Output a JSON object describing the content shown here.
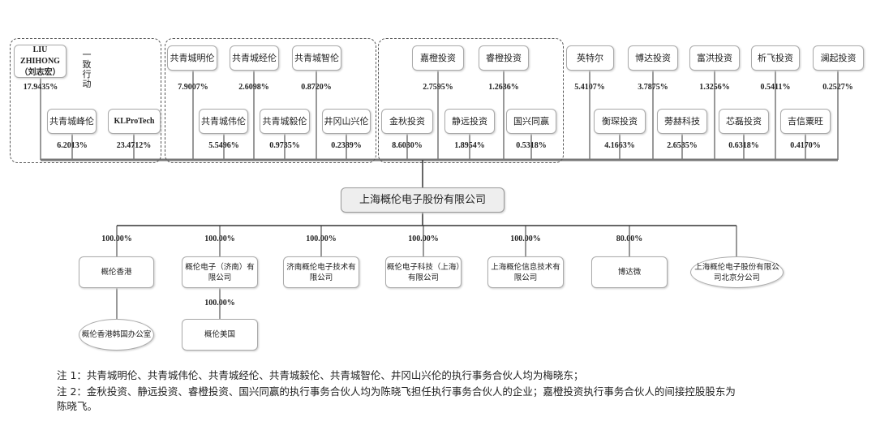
{
  "concert_label": "一致行动",
  "shareholders": [
    {
      "name": "LIU ZHIHONG（刘志宏）",
      "pct": "17.9435%"
    },
    {
      "name": "共青城峰伦",
      "pct": "6.2013%"
    },
    {
      "name": "KLProTech",
      "pct": "23.4712%"
    },
    {
      "name": "共青城明伦",
      "pct": "7.9007%"
    },
    {
      "name": "共青城经伦",
      "pct": "2.6098%"
    },
    {
      "name": "共青城智伦",
      "pct": "0.8720%"
    },
    {
      "name": "共青城伟伦",
      "pct": "5.5496%"
    },
    {
      "name": "共青城毅伦",
      "pct": "0.9735%"
    },
    {
      "name": "井冈山兴伦",
      "pct": "0.2389%"
    },
    {
      "name": "嘉橙投资",
      "pct": "2.7595%"
    },
    {
      "name": "睿橙投资",
      "pct": "1.2636%"
    },
    {
      "name": "金秋投资",
      "pct": "8.6030%"
    },
    {
      "name": "静远投资",
      "pct": "1.8954%"
    },
    {
      "name": "国兴同赢",
      "pct": "0.5318%"
    },
    {
      "name": "英特尔",
      "pct": "5.4107%"
    },
    {
      "name": "博达投资",
      "pct": "3.7875%"
    },
    {
      "name": "富洪投资",
      "pct": "1.3256%"
    },
    {
      "name": "析飞投资",
      "pct": "0.5411%"
    },
    {
      "name": "澜起投资",
      "pct": "0.2527%"
    },
    {
      "name": "衡琛投资",
      "pct": "4.1663%"
    },
    {
      "name": "蒡赫科技",
      "pct": "2.6535%"
    },
    {
      "name": "芯磊投资",
      "pct": "0.6318%"
    },
    {
      "name": "吉信粟旺",
      "pct": "0.4170%"
    }
  ],
  "company": "上海概伦电子股份有限公司",
  "subsidiaries": [
    {
      "name": "概伦香港",
      "pct": "100.00%"
    },
    {
      "name": "概伦电子（济南）有限公司",
      "pct": "100.00%"
    },
    {
      "name": "济南概伦电子技术有限公司",
      "pct": "100.00%"
    },
    {
      "name": "概伦电子科技（上海）有限公司",
      "pct": "100.00%"
    },
    {
      "name": "上海概伦信息技术有限公司",
      "pct": "100.00%"
    },
    {
      "name": "博达微",
      "pct": "80.00%"
    },
    {
      "name": "上海概伦电子股份有限公司北京分公司",
      "pct": ""
    }
  ],
  "second_level": [
    {
      "name": "概伦香港韩国办公室",
      "pct": ""
    },
    {
      "name": "概伦美国",
      "pct": "100.00%"
    }
  ],
  "notes": [
    "注 1：共青城明伦、共青城伟伦、共青城经伦、共青城毅伦、共青城智伦、井冈山兴伦的执行事务合伙人均为梅晓东；",
    "注 2：金秋投资、静远投资、睿橙投资、国兴同赢的执行事务合伙人均为陈晓飞担任执行事务合伙人的企业；嘉橙投资执行事务合伙人的间接控股股东为",
    "陈晓飞。"
  ]
}
